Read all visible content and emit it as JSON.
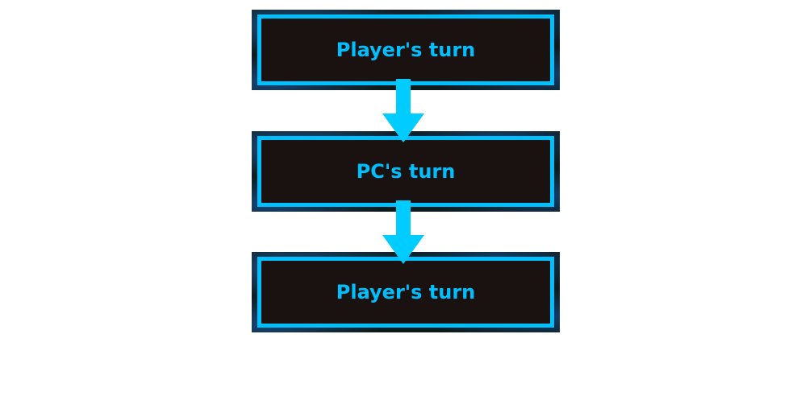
{
  "steps": [
    {
      "label": "Player's turn"
    },
    {
      "label": "PC's turn"
    },
    {
      "label": "Player's turn"
    }
  ],
  "colors": {
    "accent": "#00bfff",
    "box_fill": "#1a1210",
    "background": "#ffffff"
  }
}
